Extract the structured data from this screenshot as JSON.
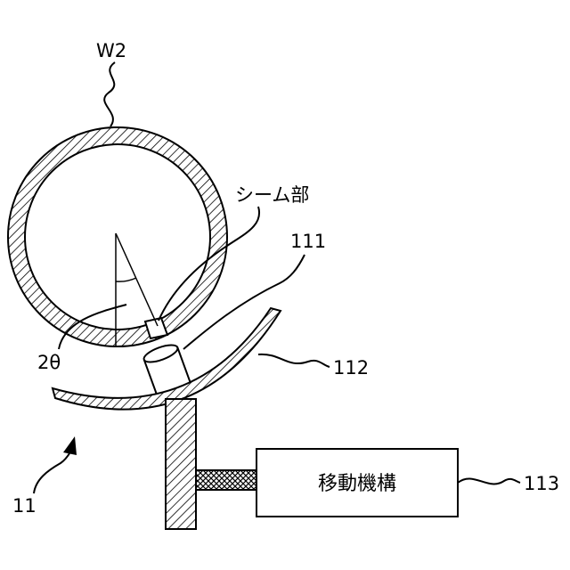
{
  "labels": {
    "workpiece": "W2",
    "seam": "シーム部",
    "sensor": "111",
    "guide": "112",
    "mechanism": "113",
    "device": "11",
    "angle": "2θ"
  },
  "mechanism_box": {
    "text": "移動機構"
  }
}
